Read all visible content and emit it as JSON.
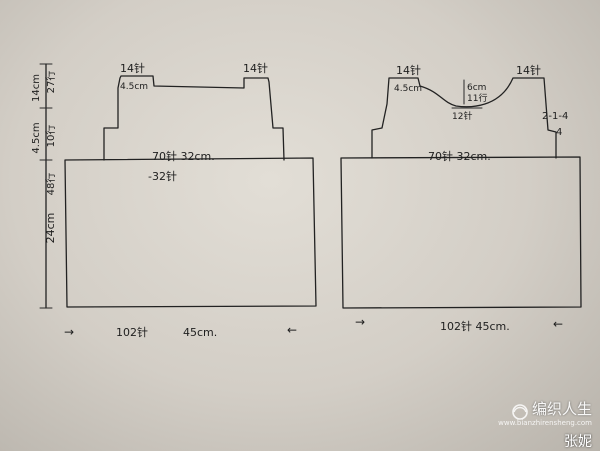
{
  "left_panel": {
    "side_labels": {
      "top_rows": "27行",
      "top_cm": "14cm",
      "mid_rows": "10行",
      "mid_cm": "4.5cm",
      "body_rows": "48行",
      "body_cm": "24cm"
    },
    "shoulder_left": "14针",
    "shoulder_left_cm": "4.5cm",
    "shoulder_right": "14针",
    "chest": "70针 32cm.",
    "decrease": "-32针",
    "bottom": "102针",
    "bottom_cm": "45cm.",
    "arrow_left": "→",
    "arrow_right": "←"
  },
  "right_panel": {
    "shoulder_left": "14针",
    "shoulder_left_cm": "4.5cm",
    "shoulder_right": "14针",
    "neck_depth": "6cm",
    "neck_rows": "11行",
    "neck_center": "12针",
    "side_dec1": "2-1-4",
    "side_dec2": "4",
    "chest": "70针 32cm.",
    "bottom": "102针 45cm.",
    "arrow_left": "→",
    "arrow_right": "←"
  },
  "watermark": {
    "logo": "编织人生",
    "url": "www.bianzhirensheng.com",
    "author": "张妮"
  }
}
